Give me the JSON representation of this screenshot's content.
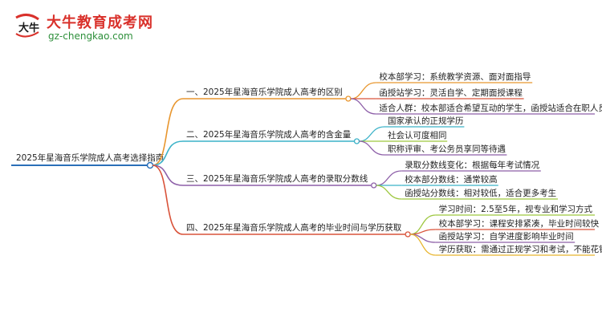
{
  "header": {
    "brand_title": "大牛教育成考网",
    "brand_url": "gz-chengkao.com",
    "logo_text": "大牛"
  },
  "mindmap": {
    "root": "2025年星海音乐学院成人高考选择指南",
    "branches": [
      {
        "label": "一、2025年星海音乐学院成人高考的区别",
        "color": "#e8962e",
        "children": [
          "校本部学习：系统教学资源、面对面指导",
          "函授站学习：灵活自学、定期面授课程",
          "适合人群：校本部适合希望互动的学生，函授站适合在职人员"
        ]
      },
      {
        "label": "二、2025年星海音乐学院成人高考的含金量",
        "color": "#3bb2c8",
        "children": [
          "国家承认的正规学历",
          "社会认可度相同",
          "职称评审、考公务员享同等待遇"
        ]
      },
      {
        "label": "三、2025年星海音乐学院成人高考的录取分数线",
        "color": "#8d5fa8",
        "children": [
          "录取分数线变化：根据每年考试情况",
          "校本部分数线：通常较高",
          "函授站分数线：相对较低，适合更多考生"
        ]
      },
      {
        "label": "四、2025年星海音乐学院成人高考的毕业时间与学历获取",
        "color": "#d9533a",
        "children": [
          "学习时间：2.5至5年，视专业和学习方式",
          "校本部学习：课程安排紧凑，毕业时间较快",
          "函授站学习：自学进度影响毕业时间",
          "学历获取：需通过正规学习和考试，不能花钱购买"
        ]
      }
    ],
    "child_line_colors": [
      [
        "#e8962e",
        "#d9533a",
        "#8d5fa8"
      ],
      [
        "#3bb2c8",
        "#9dc73f",
        "#8d5fa8"
      ],
      [
        "#8d5fa8",
        "#3bb2c8",
        "#9dc73f"
      ],
      [
        "#9dc73f",
        "#d9533a",
        "#8d5fa8",
        "#e8b52e"
      ]
    ],
    "root_color": "#2a6fb8"
  }
}
